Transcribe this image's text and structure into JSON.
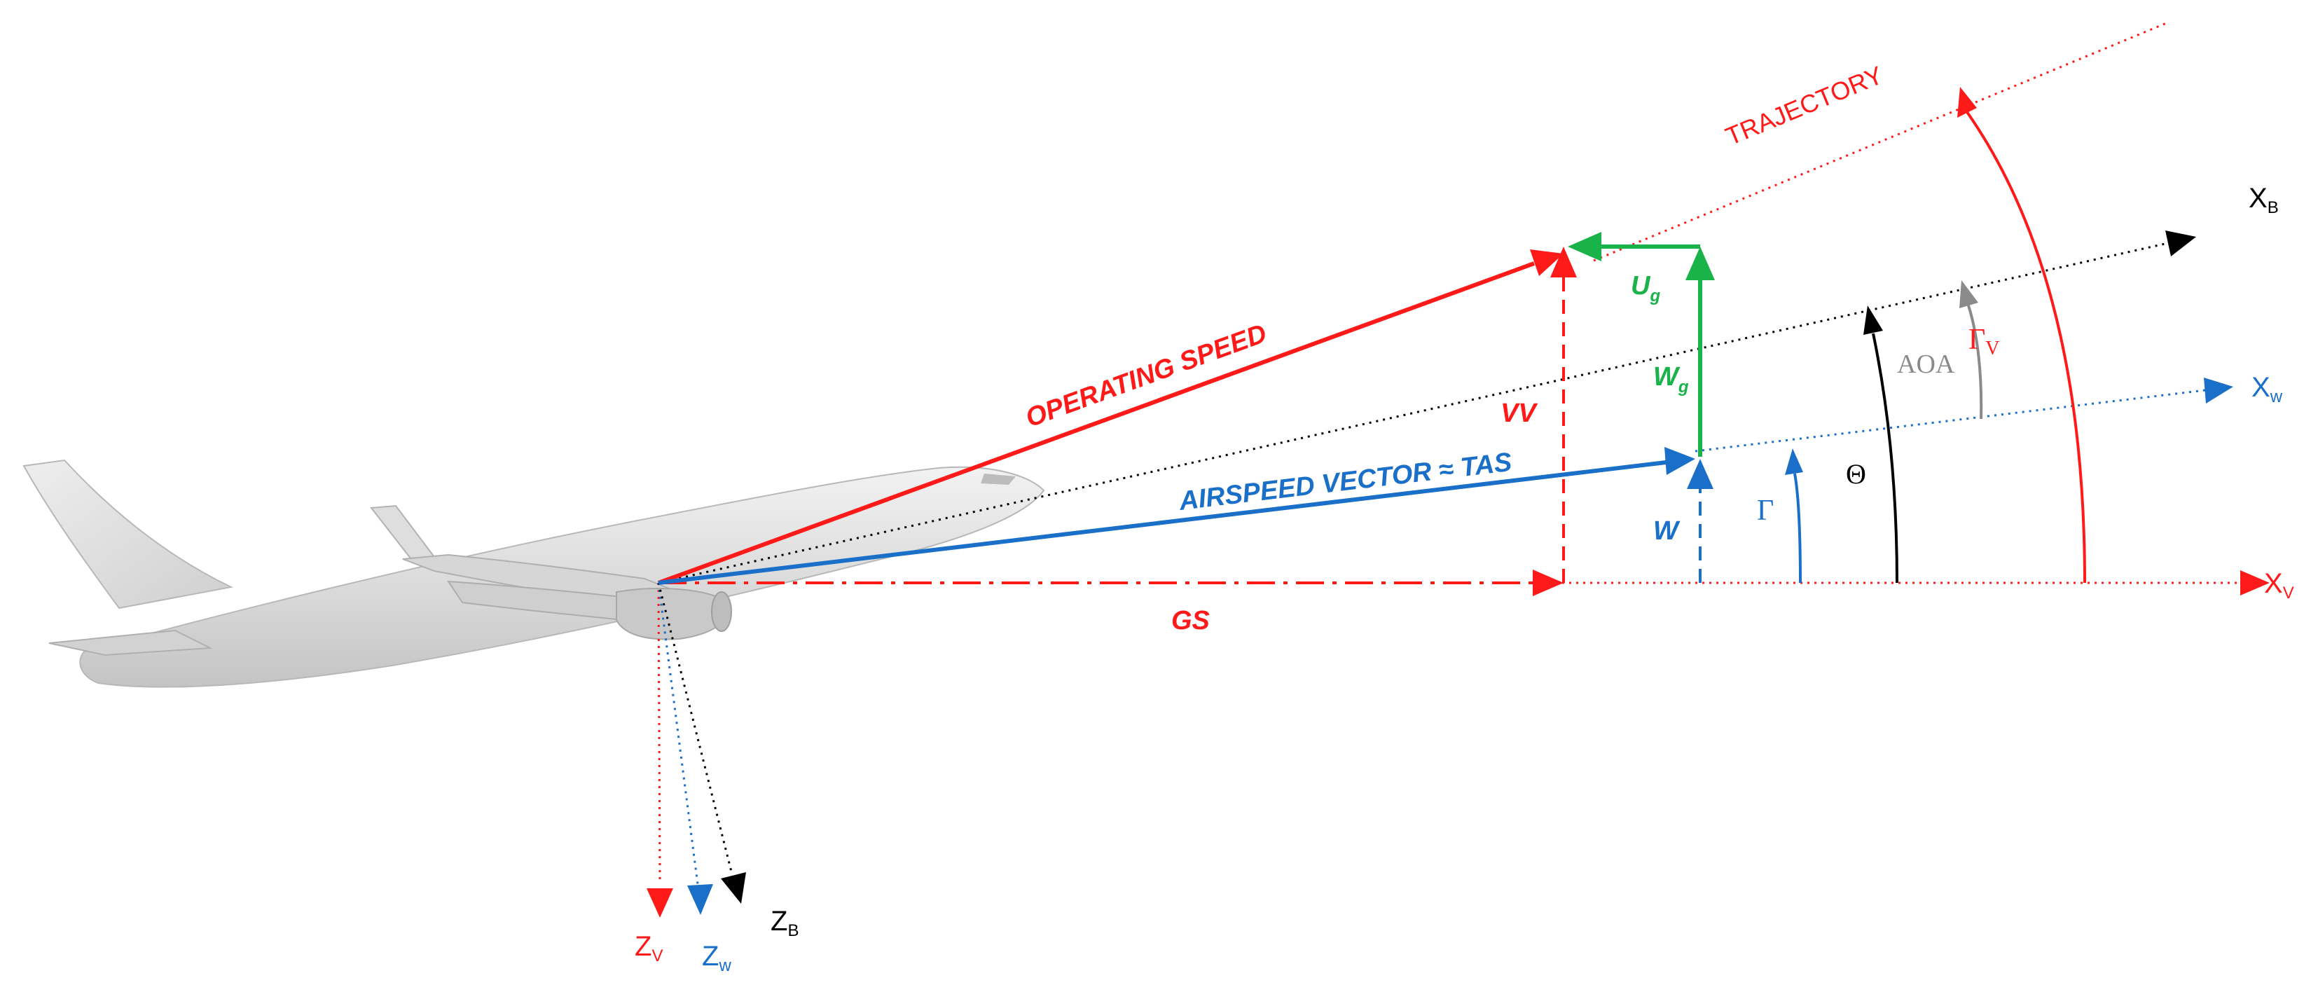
{
  "colors": {
    "red": "#ff1a1a",
    "blue": "#1a6fc9",
    "green": "#19b34a",
    "black": "#000000",
    "gray": "#8a8a8a",
    "aircraft": "#dcdcdc"
  },
  "labels": {
    "trajectory": "TRAJECTORY",
    "operating_speed": "OPERATING SPEED",
    "airspeed_vector": "AIRSPEED VECTOR ≈ TAS",
    "gs": "GS",
    "vv": "VV",
    "ug_main": "U",
    "ug_sub": "g",
    "wg_main": "W",
    "wg_sub": "g",
    "w": "W",
    "aoa": "AOA",
    "gamma": "Γ",
    "theta": "Θ",
    "gamma_v_main": "Γ",
    "gamma_v_sub": "V"
  },
  "axes": {
    "xb_main": "X",
    "xb_sub": "B",
    "xw_main": "X",
    "xw_sub": "w",
    "xv_main": "X",
    "xv_sub": "V",
    "zv_main": "Z",
    "zv_sub": "V",
    "zw_main": "Z",
    "zw_sub": "w",
    "zb_main": "Z",
    "zb_sub": "B"
  }
}
